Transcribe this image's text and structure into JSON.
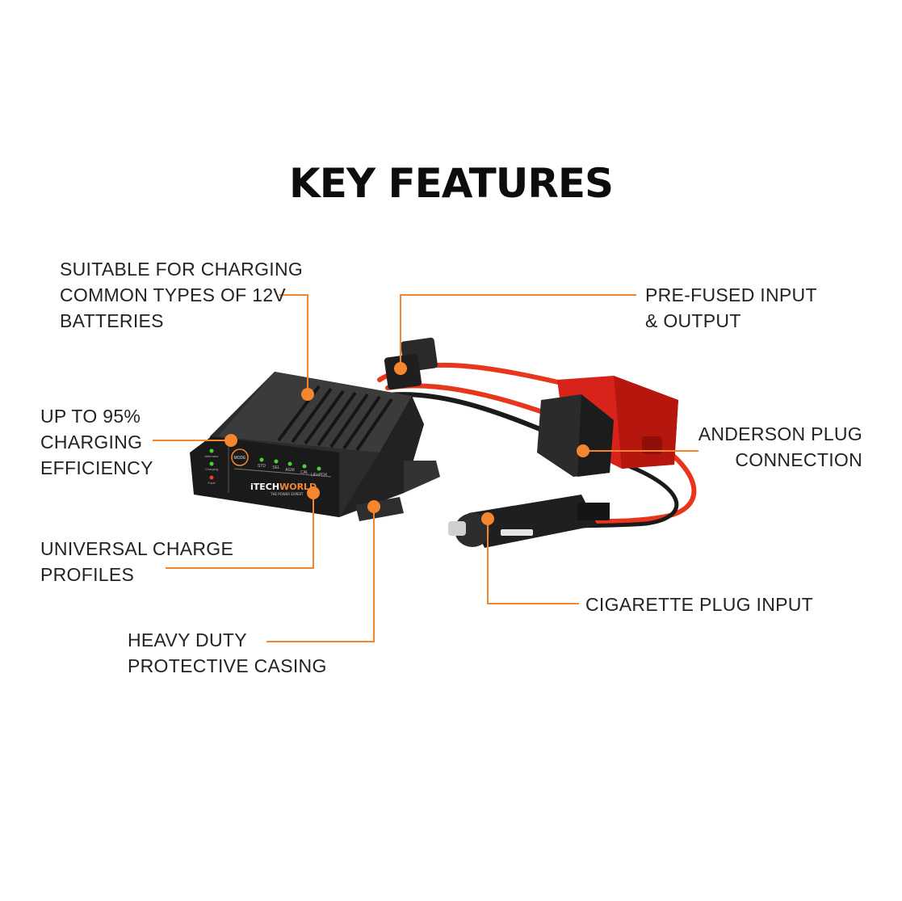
{
  "title": "KEY FEATURES",
  "accent_color": "#F5862E",
  "features": [
    {
      "id": "battery-types",
      "lines": [
        "SUITABLE FOR CHARGING",
        "COMMON TYPES OF 12V",
        "BATTERIES"
      ]
    },
    {
      "id": "efficiency",
      "lines": [
        "UP TO 95%",
        "CHARGING",
        "EFFICIENCY"
      ]
    },
    {
      "id": "charge-profiles",
      "lines": [
        "UNIVERSAL CHARGE",
        "PROFILES"
      ]
    },
    {
      "id": "casing",
      "lines": [
        "HEAVY DUTY",
        "PROTECTIVE CASING"
      ]
    },
    {
      "id": "fused",
      "lines": [
        "PRE-FUSED INPUT",
        "& OUTPUT"
      ]
    },
    {
      "id": "anderson",
      "lines": [
        "ANDERSON PLUG",
        "CONNECTION"
      ]
    },
    {
      "id": "cigarette",
      "lines": [
        "CIGARETTE PLUG INPUT"
      ]
    }
  ],
  "device": {
    "brand_prefix": "iTECH",
    "brand_suffix": "WORLD",
    "tagline": "THE POWER EXPERT",
    "mode_button": "MODE",
    "status_leds": [
      {
        "label": "Alternator",
        "color": "#4cd137"
      },
      {
        "label": "Charging",
        "color": "#4cd137"
      },
      {
        "label": "Fault",
        "color": "#e84118"
      }
    ],
    "profile_leds": [
      "STD",
      "SEL",
      "AGM",
      "CAL",
      "LiFePO4"
    ]
  }
}
